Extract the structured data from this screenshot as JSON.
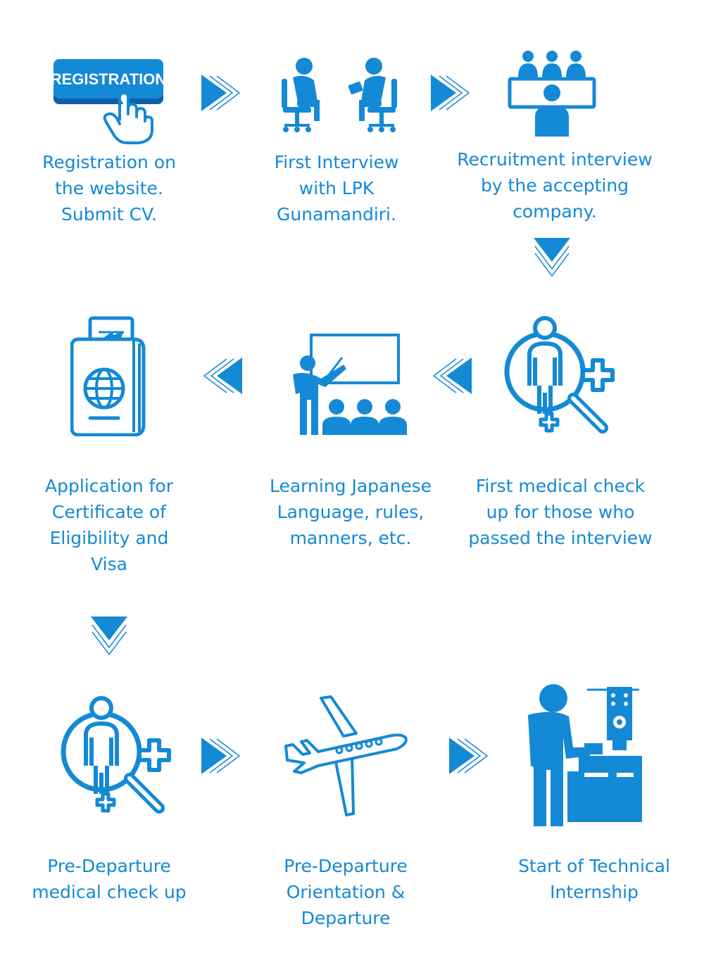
{
  "accent_color": "#1489d6",
  "steps": [
    {
      "label": "Registration on\nthe website.\nSubmit CV.",
      "button_text": "REGISTRATION",
      "icon": "registration-click-icon"
    },
    {
      "label": "First Interview\nwith LPK\nGunamandiri.",
      "icon": "interview-icon"
    },
    {
      "label": "Recruitment interview\nby the accepting\ncompany.",
      "icon": "panel-interview-icon"
    },
    {
      "label": "First medical check\nup for those who\npassed the interview",
      "icon": "medical-check-icon"
    },
    {
      "label": "Learning Japanese\nLanguage, rules,\nmanners, etc.",
      "icon": "classroom-icon"
    },
    {
      "label": "Application for\nCertificate of\nEligibility and\nVisa",
      "icon": "passport-icon"
    },
    {
      "label": "Pre-Departure\nmedical check up",
      "icon": "medical-check-icon"
    },
    {
      "label": "Pre-Departure\nOrientation &\nDeparture",
      "icon": "airplane-icon"
    },
    {
      "label": "Start of Technical\nInternship",
      "icon": "worker-machine-icon"
    }
  ]
}
